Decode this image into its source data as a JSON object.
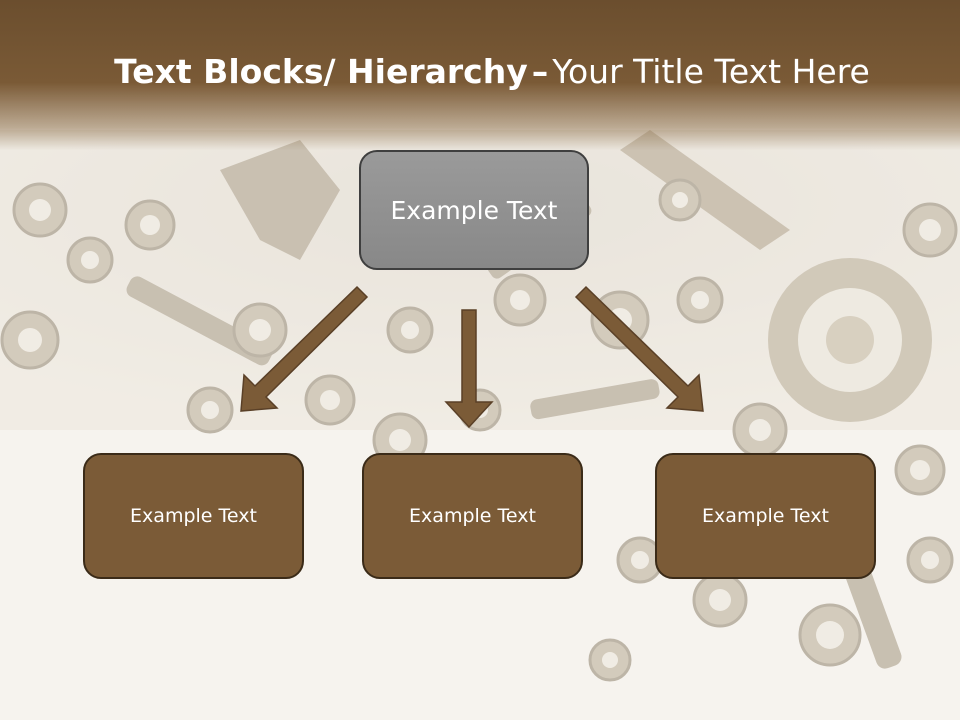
{
  "slide": {
    "title_bold": "Text Blocks/ Hierarchy",
    "title_dash": "–",
    "title_rest": "Your Title Text Here"
  },
  "hierarchy": {
    "root": {
      "label": "Example Text"
    },
    "children": [
      {
        "label": "Example Text"
      },
      {
        "label": "Example Text"
      },
      {
        "label": "Example Text"
      }
    ]
  },
  "colors": {
    "title_band": "#6b4e2e",
    "root_fill": "#8c8c8c",
    "child_fill": "#7b5b37",
    "arrow_fill": "#7b5b37",
    "background": "#f6f3ee"
  },
  "background_art": "nuts-bolts-wrench-photo"
}
